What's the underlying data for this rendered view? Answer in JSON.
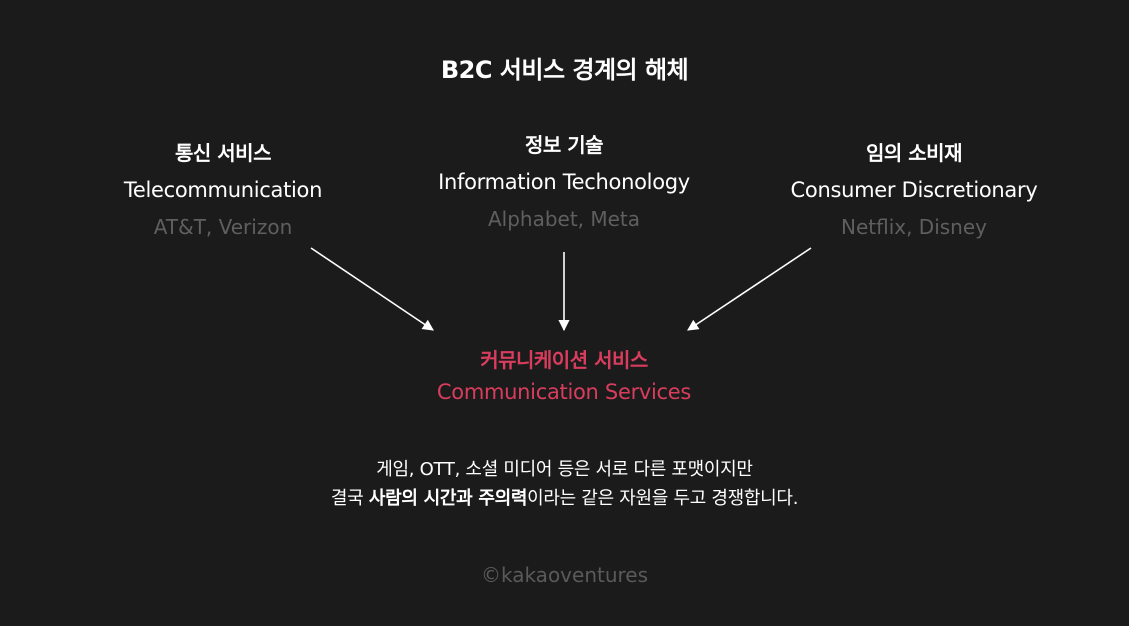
{
  "title": "B2C 서비스 경계의 해체",
  "sources": [
    {
      "ko": "통신 서비스",
      "en": "Telecommunication",
      "examples": "AT&T, Verizon"
    },
    {
      "ko": "정보 기술",
      "en": "Information Techonology",
      "examples": "Alphabet, Meta"
    },
    {
      "ko": "임의 소비재",
      "en": "Consumer Discretionary",
      "examples": "Netflix, Disney"
    }
  ],
  "target": {
    "ko": "커뮤니케이션 서비스",
    "en": "Communication Services"
  },
  "description": {
    "line1": "게임, OTT, 소셜 미디어 등은 서로 다른 포맷이지만",
    "line2_prefix": "결국 ",
    "line2_bold": "사람의 시간과 주의력",
    "line2_suffix": "이라는 같은 자원을 두고 경쟁합니다."
  },
  "credit": "©kakaoventures",
  "colors": {
    "background": "#1b1b1b",
    "text": "#ffffff",
    "muted": "#5f5f5f",
    "accent": "#d93d5e"
  }
}
